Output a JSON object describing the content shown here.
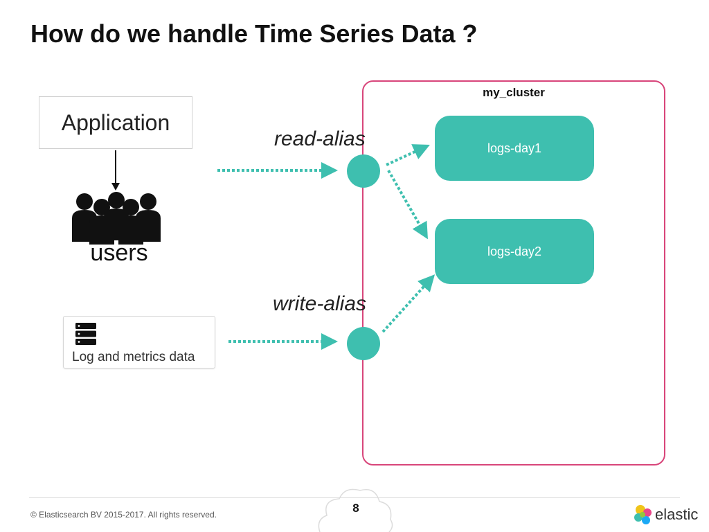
{
  "slide": {
    "title": "How do we handle Time Series Data ?",
    "page_number": "8",
    "copyright": "© Elasticsearch BV 2015-2017. All rights reserved.",
    "brand": "elastic"
  },
  "diagram": {
    "cluster": {
      "label": "my_cluster",
      "border_color": "#d8457a"
    },
    "application": {
      "label": "Application"
    },
    "users": {
      "label": "users",
      "icon": "users-group-icon"
    },
    "logs_source": {
      "label": "Log and metrics data",
      "icon": "server-stack-icon"
    },
    "aliases": {
      "read": {
        "label": "read-alias"
      },
      "write": {
        "label": "write-alias"
      }
    },
    "indices": [
      {
        "label": "logs-day1"
      },
      {
        "label": "logs-day2"
      }
    ],
    "colors": {
      "teal": "#3ebfaf",
      "arrow": "#3ebfaf",
      "text": "#111111"
    }
  }
}
